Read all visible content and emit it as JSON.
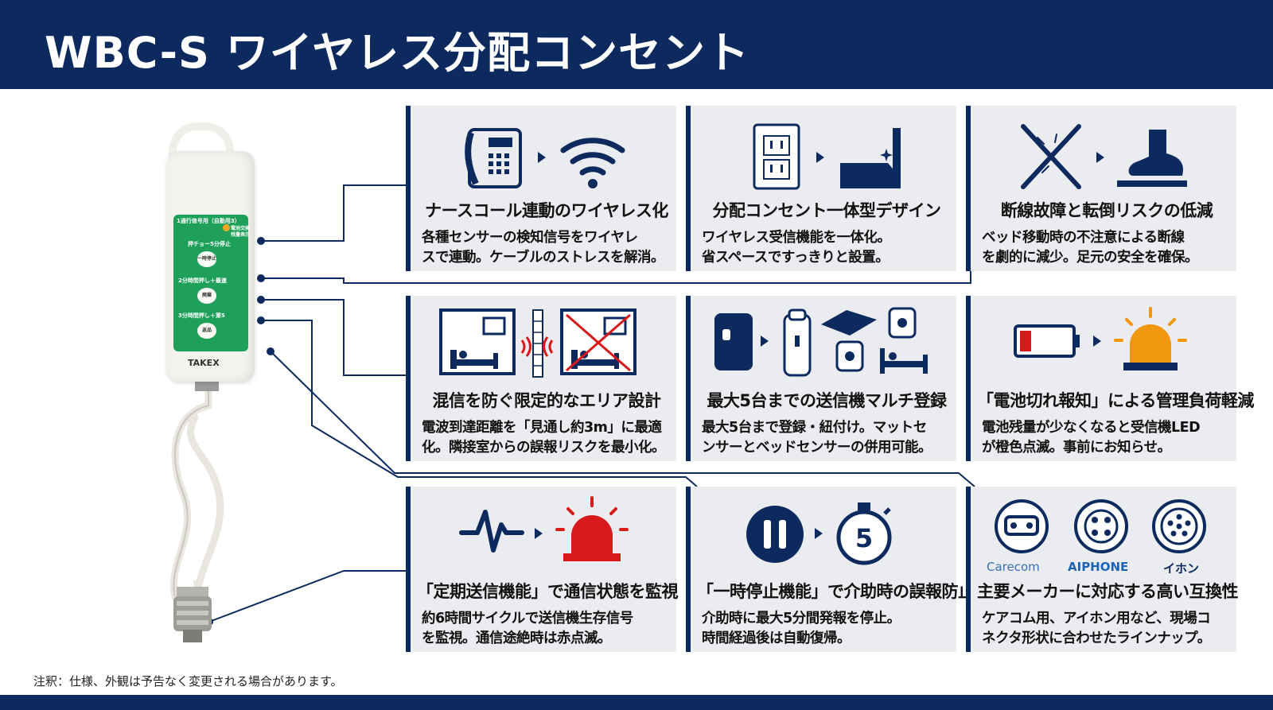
{
  "title": "WBC-S ワイヤレス分配コンセント",
  "note": "注釈：仕様、外観は予告なく変更される場合があります。",
  "device": {
    "panel_lines": [
      "1通行信号用（自動用3）",
      "電池交換",
      "残量表示",
      "押チョー5分停止"
    ],
    "buttons": [
      "一時停止",
      "廃棄",
      "返品"
    ],
    "panel_mid": [
      "2分時間押し＋最速",
      "3分時間押し＋第5"
    ],
    "brand": "TAKEX"
  },
  "cards": [
    {
      "title": "ナースコール連動のワイヤレス化",
      "desc": [
        "各種センサーの検知信号をワイヤレ",
        "スで連動。ケーブルのストレスを解消。"
      ],
      "icons": [
        "phone-icon",
        "wifi-icon"
      ]
    },
    {
      "title": "分配コンセント一体型デザイン",
      "desc": [
        "ワイヤレス受信機能を一体化。",
        "省スペースですっきりと設置。"
      ],
      "icons": [
        "outlet-icon",
        "wall-mount-icon"
      ]
    },
    {
      "title": "断線故障と転倒リスクの低減",
      "desc": [
        "ベッド移動時の不注意による断線",
        "を劇的に減少。足元の安全を確保。"
      ],
      "icons": [
        "broken-cable-icon",
        "foot-icon"
      ]
    },
    {
      "title": "混信を防ぐ限定的なエリア設計",
      "desc": [
        "電波到達距離を「見通し約3m」に最適",
        "化。隣接室からの誤報リスクを最小化。"
      ],
      "icons": [
        "room-icon",
        "wall-icon",
        "room-blocked-icon"
      ]
    },
    {
      "title": "最大5台までの送信機マルチ登録",
      "desc": [
        "最大5台まで登録・紐付け。マットセ",
        "ンサーとベッドセンサーの併用可能。"
      ],
      "icons": [
        "transmitter-icon",
        "device-icon",
        "mat-sensor-icon",
        "bed-icon"
      ]
    },
    {
      "title": "「電池切れ報知」による管理負荷軽減",
      "desc": [
        "電池残量が少なくなると受信機LED",
        "が橙色点滅。事前にお知らせ。"
      ],
      "icons": [
        "low-battery-icon",
        "orange-beacon-icon"
      ]
    },
    {
      "title": "「定期送信機能」で通信状態を監視",
      "desc": [
        "約6時間サイクルで送信機生存信号",
        "を監視。通信途絶時は赤点滅。"
      ],
      "icons": [
        "heartbeat-icon",
        "red-beacon-icon"
      ]
    },
    {
      "title": "「一時停止機能」で介助時の誤報防止",
      "desc": [
        "介助時に最大5分間発報を停止。",
        "時間経過後は自動復帰。"
      ],
      "icons": [
        "pause-icon",
        "timer-icon"
      ],
      "timer_value": "5"
    },
    {
      "title": "主要メーカーに対応する高い互換性",
      "desc": [
        "ケアコム用、アイホン用など、現場コ",
        "ネクタ形状に合わせたラインナップ。"
      ],
      "icons": [
        "connector-2pin-icon",
        "connector-4pin-icon",
        "connector-6pin-icon"
      ],
      "makers": [
        "Carecom",
        "AIPHONE",
        "イホン"
      ]
    }
  ],
  "colors": {
    "navy": "#0d2a5e",
    "card_bg": "#eaecf0",
    "panel_green": "#1fa05a",
    "red": "#d8191c",
    "orange": "#f0960f"
  }
}
